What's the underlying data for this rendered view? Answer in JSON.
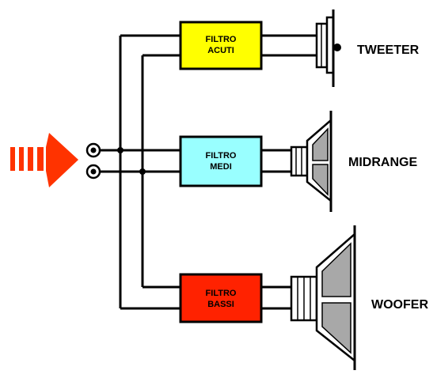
{
  "filters": {
    "treble": {
      "line1": "FILTRO",
      "line2": "ACUTI",
      "color": "#FFFF00"
    },
    "mid": {
      "line1": "FILTRO",
      "line2": "MEDI",
      "color": "#99FFFF"
    },
    "bass": {
      "line1": "FILTRO",
      "line2": "BASSI",
      "color": "#FF2200"
    }
  },
  "speakers": {
    "tweeter": "TWEETER",
    "midrange": "MIDRANGE",
    "woofer": "WOOFER"
  },
  "colors": {
    "arrow": "#FF3300",
    "line": "#000000",
    "cone": "#A8A8A8"
  }
}
